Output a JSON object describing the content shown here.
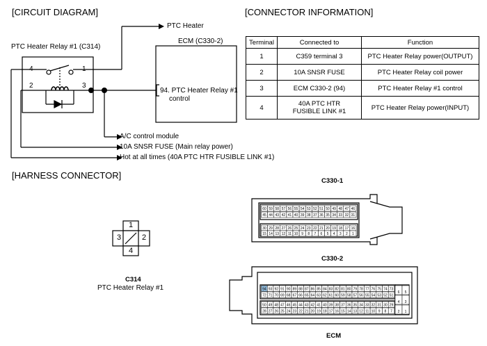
{
  "circuit": {
    "heading": "[CIRCUIT DIAGRAM]",
    "relay_title": "PTC Heater Relay #1 (C314)",
    "pin4": "4",
    "pin1": "1",
    "pin2": "2",
    "pin3": "3",
    "ptc_heater": "PTC Heater",
    "ecm_title": "ECM (C330-2)",
    "ecm_pin_line1": "94. PTC Heater Relay #1",
    "ecm_pin_line2": "control",
    "ac_module": "A/C control module",
    "snsr_fuse": "10A SNSR FUSE (Main relay power)",
    "hot_at_all": "Hot at all times (40A PTC HTR FUSIBLE LINK #1)"
  },
  "connector_info": {
    "heading": "[CONNECTOR INFORMATION]",
    "headers": [
      "Terminal",
      "Connected to",
      "Function"
    ],
    "rows": [
      {
        "terminal": "1",
        "connected": "C359 terminal 3",
        "function": "PTC Heater Relay power(OUTPUT)"
      },
      {
        "terminal": "2",
        "connected": "10A SNSR FUSE",
        "function": "PTC Heater Relay coil power"
      },
      {
        "terminal": "3",
        "connected": "ECM C330-2 (94)",
        "function": "PTC Heater Relay #1 control"
      },
      {
        "terminal": "4",
        "connected": "40A PTC HTR\nFUSIBLE LINK #1",
        "function": "PTC Heater Relay power(INPUT)"
      }
    ]
  },
  "harness": {
    "heading": "[HARNESS CONNECTOR]",
    "c314_pins": [
      "1",
      "3",
      "2",
      "4"
    ],
    "c314_id": "C314",
    "c314_name": "PTC Heater Relay #1",
    "c330_1_label": "C330-1",
    "c330_1_rows": [
      [
        "60",
        "59",
        "58",
        "57",
        "56",
        "55",
        "54",
        "53",
        "52",
        "51",
        "50",
        "49",
        "48",
        "47",
        "46"
      ],
      [
        "45",
        "44",
        "43",
        "42",
        "41",
        "40",
        "39",
        "38",
        "37",
        "36",
        "35",
        "34",
        "33",
        "32",
        "31"
      ],
      [
        "30",
        "29",
        "28",
        "27",
        "26",
        "25",
        "24",
        "23",
        "22",
        "21",
        "20",
        "19",
        "18",
        "17",
        "16"
      ],
      [
        "15",
        "14",
        "13",
        "12",
        "11",
        "10",
        "9",
        "8",
        "7",
        "6",
        "5",
        "4",
        "3",
        "2",
        "1"
      ]
    ],
    "c330_2_label": "C330-2",
    "c330_2_rows": [
      [
        "94",
        "93",
        "92",
        "91",
        "90",
        "89",
        "88",
        "87",
        "86",
        "85",
        "84",
        "83",
        "82",
        "81",
        "80",
        "79",
        "78",
        "77",
        "76",
        "75",
        "74",
        "73"
      ],
      [
        "72",
        "71",
        "70",
        "69",
        "68",
        "67",
        "66",
        "65",
        "64",
        "63",
        "62",
        "61",
        "60",
        "59",
        "58",
        "57",
        "56",
        "55",
        "54",
        "53",
        "52",
        "51"
      ],
      [
        "50",
        "49",
        "48",
        "47",
        "46",
        "45",
        "44",
        "43",
        "42",
        "41",
        "40",
        "39",
        "38",
        "37",
        "36",
        "35",
        "34",
        "33",
        "32",
        "31",
        "30",
        "29"
      ],
      [
        "28",
        "27",
        "26",
        "25",
        "24",
        "23",
        "22",
        "21",
        "20",
        "19",
        "18",
        "17",
        "16",
        "15",
        "14",
        "13",
        "12",
        "11",
        "10",
        "9",
        "8",
        "7"
      ]
    ],
    "c330_2_side": [
      [
        "6",
        "5"
      ],
      [
        "4",
        "3"
      ],
      [
        "2",
        "1"
      ]
    ],
    "c330_2_highlight": "94",
    "ecm_label": "ECM"
  }
}
